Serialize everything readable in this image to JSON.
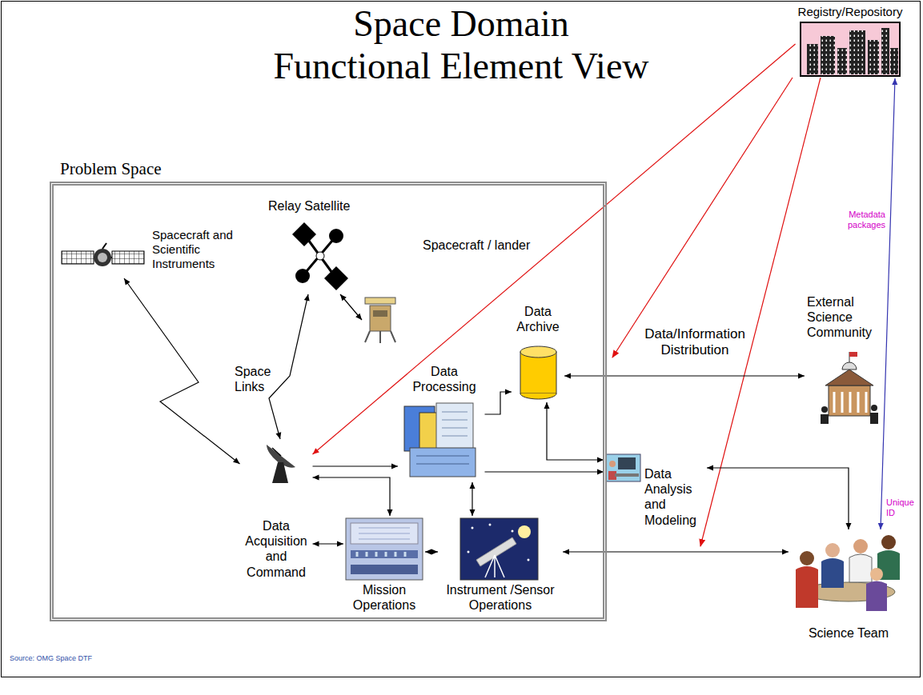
{
  "diagram": {
    "title": "Space Domain Functional Element View",
    "nodes": [
      {
        "text": [
          "Problem Space"
        ]
      },
      {
        "text": [
          "Relay Satellite"
        ],
        "in": 0
      },
      {
        "text": [
          "Spacecraft and Scientific Instruments"
        ],
        "in": 0
      },
      {
        "text": [
          "Spacecraft / lander"
        ],
        "in": 0
      },
      {
        "text": [
          "Data Acquisition and Command"
        ],
        "in": 0
      },
      {
        "text": [
          "Data Processing"
        ],
        "in": 0
      },
      {
        "text": [
          "Data Archive"
        ],
        "in": 0
      },
      {
        "text": [
          "Data Analysis and Modeling"
        ],
        "in": 0
      },
      {
        "text": [
          "Mission Operations"
        ],
        "in": 0
      },
      {
        "text": [
          "Instrument /Sensor Operations"
        ],
        "in": 0
      },
      {
        "text": [
          "Registry/Repository"
        ]
      },
      {
        "text": [
          "External Science Community"
        ]
      },
      {
        "text": [
          "Science Team"
        ]
      }
    ],
    "edges": [
      {
        "from": 2,
        "to": 4,
        "arrow": "both"
      },
      {
        "from": 1,
        "to": 4,
        "arrow": "both"
      },
      {
        "from": 1,
        "to": 3,
        "arrow": "both"
      },
      {
        "from": 4,
        "to": 5,
        "arrow": "to"
      },
      {
        "from": 4,
        "to": 8,
        "arrow": "both"
      },
      {
        "from": 4,
        "to": 8,
        "arrow": "both"
      },
      {
        "from": 8,
        "to": 9,
        "arrow": "both"
      },
      {
        "from": 5,
        "to": 9,
        "arrow": "both"
      },
      {
        "from": 5,
        "to": 6,
        "arrow": "to"
      },
      {
        "from": 5,
        "to": 7,
        "arrow": "to"
      },
      {
        "from": 6,
        "to": 7,
        "arrow": "both"
      },
      {
        "from": 6,
        "to": 11,
        "arrow": "both",
        "label": "Data/Information Distribution"
      },
      {
        "from": 7,
        "to": 12,
        "arrow": "both"
      },
      {
        "from": 9,
        "to": 12,
        "arrow": "both"
      },
      {
        "from": 10,
        "to": 4,
        "arrow": "to"
      },
      {
        "from": 10,
        "to": 12,
        "arrow": "both",
        "label": "Metadata packages"
      }
    ],
    "labels": [
      "Space Links",
      "Unique ID",
      "Source: OMG Space DTF"
    ]
  }
}
